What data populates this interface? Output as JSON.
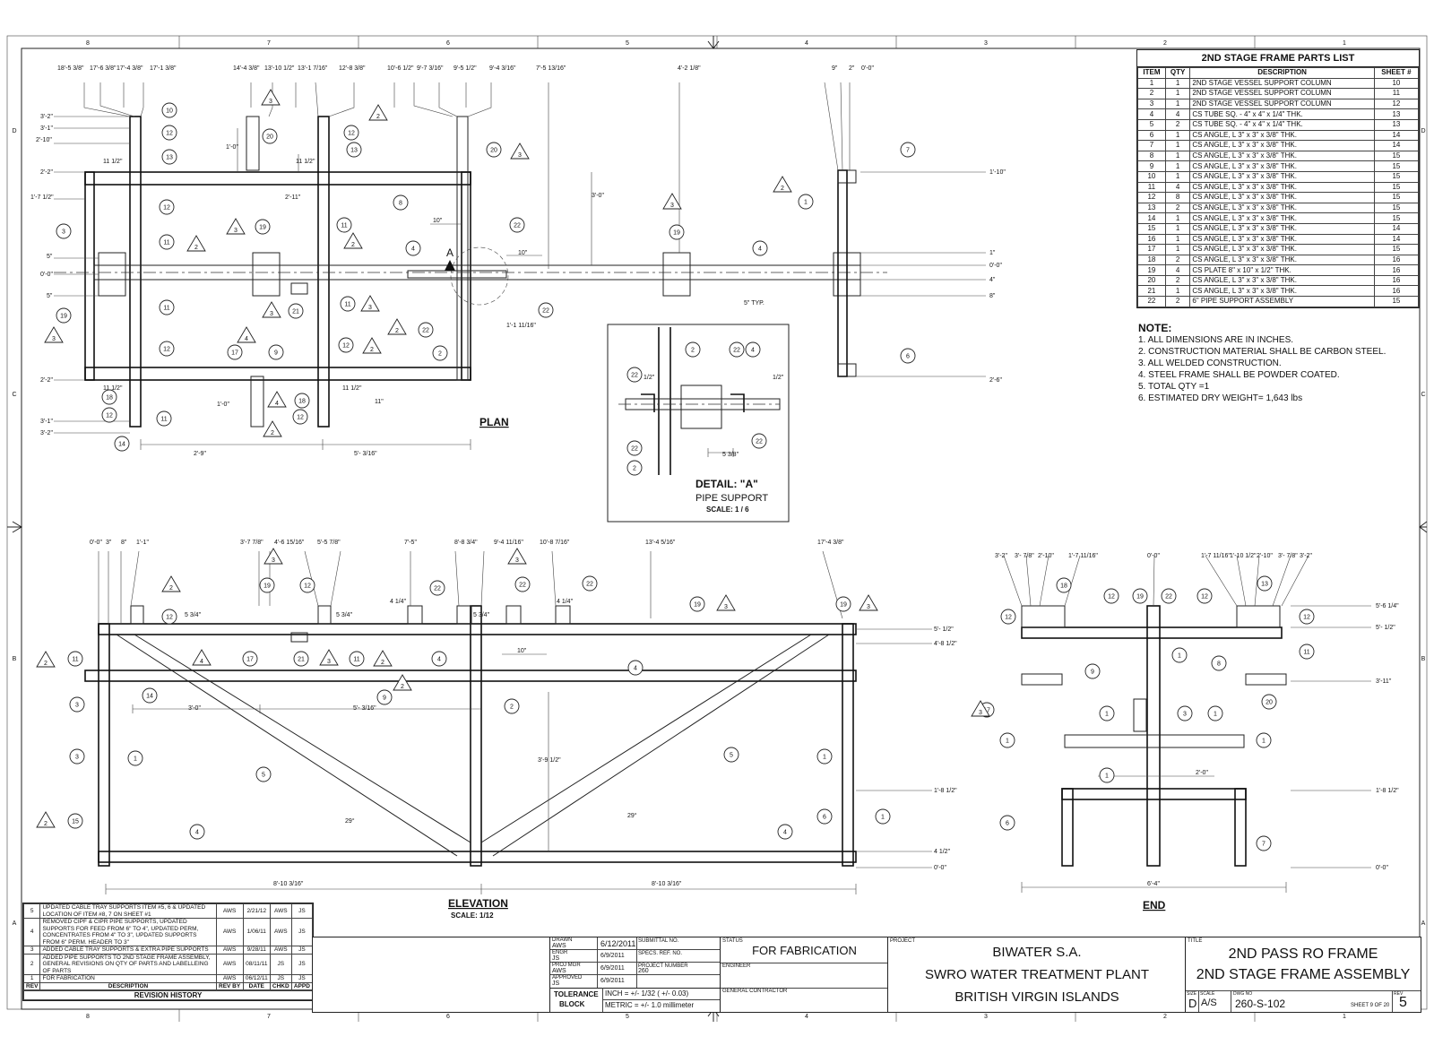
{
  "parts_list": {
    "title": "2ND STAGE FRAME PARTS LIST",
    "headers": [
      "ITEM",
      "QTY",
      "DESCRIPTION",
      "SHEET #"
    ],
    "rows": [
      [
        "1",
        "1",
        "2ND STAGE VESSEL SUPPORT COLUMN",
        "10"
      ],
      [
        "2",
        "1",
        "2ND STAGE VESSEL SUPPORT COLUMN",
        "11"
      ],
      [
        "3",
        "1",
        "2ND STAGE VESSEL SUPPORT COLUMN",
        "12"
      ],
      [
        "4",
        "4",
        "CS TUBE SQ. - 4\" x 4\" x 1/4\" THK.",
        "13"
      ],
      [
        "5",
        "2",
        "CS TUBE SQ. - 4\" x 4\" x 1/4\" THK.",
        "13"
      ],
      [
        "6",
        "1",
        "CS ANGLE, L 3\" x 3\" x 3/8\" THK.",
        "14"
      ],
      [
        "7",
        "1",
        "CS ANGLE, L 3\" x 3\" x 3/8\" THK.",
        "14"
      ],
      [
        "8",
        "1",
        "CS ANGLE, L 3\" x 3\" x 3/8\" THK.",
        "15"
      ],
      [
        "9",
        "1",
        "CS ANGLE, L 3\" x 3\" x 3/8\" THK.",
        "15"
      ],
      [
        "10",
        "1",
        "CS ANGLE, L 3\" x 3\" x 3/8\" THK.",
        "15"
      ],
      [
        "11",
        "4",
        "CS ANGLE, L 3\" x 3\" x 3/8\" THK.",
        "15"
      ],
      [
        "12",
        "8",
        "CS ANGLE, L 3\" x 3\" x 3/8\" THK.",
        "15"
      ],
      [
        "13",
        "2",
        "CS ANGLE, L 3\" x 3\" x 3/8\" THK.",
        "15"
      ],
      [
        "14",
        "1",
        "CS ANGLE, L 3\" x 3\" x 3/8\" THK.",
        "15"
      ],
      [
        "15",
        "1",
        "CS ANGLE, L 3\" x 3\" x 3/8\" THK.",
        "14"
      ],
      [
        "16",
        "1",
        "CS ANGLE, L 3\" x 3\" x 3/8\" THK.",
        "14"
      ],
      [
        "17",
        "1",
        "CS ANGLE, L 3\" x 3\" x 3/8\" THK.",
        "15"
      ],
      [
        "18",
        "2",
        "CS ANGLE, L 3\" x 3\" x 3/8\" THK.",
        "16"
      ],
      [
        "19",
        "4",
        "CS PLATE 8\" x 10\" x 1/2\" THK.",
        "16"
      ],
      [
        "20",
        "2",
        "CS ANGLE, L 3\" x 3\" x 3/8\" THK.",
        "16"
      ],
      [
        "21",
        "1",
        "CS ANGLE, L 3\" x 3\" x 3/8\" THK.",
        "16"
      ],
      [
        "22",
        "2",
        "6\" PIPE SUPPORT ASSEMBLY",
        "15"
      ]
    ]
  },
  "notes": {
    "title": "NOTE:",
    "items": [
      "1. ALL DIMENSIONS ARE IN INCHES.",
      "2. CONSTRUCTION MATERIAL SHALL BE CARBON STEEL.",
      "3. ALL WELDED CONSTRUCTION.",
      "4. STEEL FRAME SHALL BE POWDER COATED.",
      "5. TOTAL QTY =1",
      "6. ESTIMATED DRY WEIGHT= 1,643 lbs"
    ]
  },
  "views": {
    "plan": "PLAN",
    "elevation": "ELEVATION",
    "elevation_scale": "SCALE: 1/12",
    "end": "END",
    "detail_title": "DETAIL:  \"A\"",
    "detail_sub": "PIPE SUPPORT",
    "detail_scale": "SCALE: 1 / 6",
    "section_marker": "A"
  },
  "border": {
    "top_zones": [
      "8",
      "7",
      "6",
      "5",
      "4",
      "3",
      "2",
      "1"
    ],
    "side_zones": [
      "D",
      "C",
      "B",
      "A"
    ]
  },
  "revision_history": {
    "caption": "REVISION HISTORY",
    "headers": [
      "REV",
      "DESCRIPTION",
      "REV BY",
      "DATE",
      "CHKD",
      "APPD"
    ],
    "rows": [
      [
        "5",
        "UPDATED CABLE TRAY SUPPORTS ITEM #5, 6 & UPDATED LOCATION OF ITEM #8, 7 ON SHEET #1",
        "AWS",
        "2/21/12",
        "AWS",
        "JS"
      ],
      [
        "4",
        "REMOVED CIPF & CIPR PIPE SUPPORTS, UPDATED SUPPORTS FOR FEED FROM 6\" TO 4\", UPDATED PERM, CONCENTRATES FROM 4\" TO 3\", UPDATED SUPPORTS FROM 6\" PERM. HEADER TO 3\"",
        "AWS",
        "1/06/11",
        "AWS",
        "JS"
      ],
      [
        "3",
        "ADDED CABLE TRAY SUPPORTS & EXTRA PIPE SUPPORTS",
        "AWS",
        "9/28/11",
        "AWS",
        "JS"
      ],
      [
        "2",
        "ADDED PIPE SUPPORTS TO 2ND STAGE FRAME ASSEMBLY, GENERAL REVISIONS ON QTY OF PARTS AND LABELLEING OF PARTS",
        "AWS",
        "08/11/11",
        "JS",
        "JS"
      ],
      [
        "1",
        "FOR FABRICATION",
        "AWS",
        "06/12/11",
        "JS",
        "JS"
      ]
    ]
  },
  "title_block": {
    "drawn_label": "DRAWN",
    "drawn_by": "AWS",
    "drawn_date": "6/12/2011",
    "engr_label": "ENGR",
    "engr_by": "JS",
    "engr_date": "6/9/2011",
    "projmgr_label": "PROJ MGR",
    "projmgr_by": "AWS",
    "projmgr_date": "6/9/2011",
    "approved_label": "APPROVED",
    "approved_by": "JS",
    "approved_date": "6/9/2011",
    "submittal_label": "SUBMITTAL NO.",
    "specs_label": "SPECS. REF. NO.",
    "project_number_label": "PROJECT NUMBER",
    "project_number": "260",
    "tolerance_label": "TOLERANCE",
    "block_label": "BLOCK",
    "tol_inch": "INCH = +/- 1/32 ( +/- 0.03)",
    "tol_metric": "METRIC = +/- 1.0 millimeter",
    "status_label": "STATUS",
    "status": "FOR FABRICATION",
    "engineer_label": "ENGINEER",
    "gc_label": "GENERAL CONTRACTOR",
    "project_label": "PROJECT",
    "project_line1": "BIWATER S.A.",
    "project_line2": "SWRO WATER TREATMENT PLANT",
    "project_line3": "BRITISH VIRGIN ISLANDS",
    "title_label": "TITLE",
    "title_line1": "2ND PASS RO FRAME",
    "title_line2": "2ND STAGE FRAME ASSEMBLY",
    "size_label": "SIZE",
    "size": "D",
    "scale_label": "SCALE",
    "scale": "A/S",
    "dwg_label": "DWG NO",
    "dwg_no": "260-S-102",
    "sheet": "SHEET 9  OF 20",
    "rev_label": "REV",
    "rev": "5"
  },
  "plan_dims": {
    "top": [
      "18'-5 3/8\"",
      "17'-6 3/8\"",
      "17'-4 3/8\"",
      "17'-1 3/8\"",
      "14'-4 3/8\"",
      "13'-10 1/2\"",
      "13'-1 7/16\"",
      "12'-8 3/8\"",
      "10'-6 1/2\"",
      "9'-7 3/16\"",
      "9'-5 1/2\"",
      "9'-4 3/16\"",
      "7'-5 13/16\"",
      "4'-2 1/8\"",
      "9\"",
      "2\"",
      "0'-0\""
    ],
    "left": [
      "3'-2\"",
      "3'-1\"",
      "2'-10\"",
      "2'-2\"",
      "1'-7 1/2\"",
      "5\"",
      "0'-0\"",
      "5\"",
      "2'-2\"",
      "3'-1\"",
      "3'-2\""
    ],
    "right": [
      "1'-10\"",
      "1\"",
      "0'-0\"",
      "4\"",
      "8\"",
      "2'-6\""
    ],
    "inner": [
      "11 1/2\"",
      "1'-0\"",
      "11 1/2\"",
      "2'-11\"",
      "3'-0\"",
      "10\"",
      "10\"",
      "5\" TYP.",
      "1'-1 11/16\"",
      "11 1/2\"",
      "1'-0\"",
      "11 1/2\"",
      "11\""
    ],
    "bottom": [
      "2'-9\"",
      "5'- 3/16\""
    ]
  },
  "elev_dims": {
    "top": [
      "0'-0\"",
      "3\"",
      "8\"",
      "1'-1\"",
      "3'-7 7/8\"",
      "4'-6 15/16\"",
      "5'-5 7/8\"",
      "7'-5\"",
      "8'-8 3/4\"",
      "9'-4 11/16\"",
      "10'-8 7/16\"",
      "13'-4 5/16\"",
      "17'-4 3/8\""
    ],
    "right": [
      "5'- 1/2\"",
      "4'-8 1/2\"",
      "1'-8 1/2\"",
      "4 1/2\"",
      "0'-0\""
    ],
    "inner": [
      "5 3/4\"",
      "5 3/4\"",
      "4 1/4\"",
      "5 3/4\"",
      "4 1/4\"",
      "10\"",
      "3'-0\"",
      "5'- 3/16\"",
      "3'-9 1/2\"",
      "29°",
      "29°"
    ],
    "bottom": [
      "8'-10 3/16\"",
      "8'-10 3/16\""
    ]
  },
  "end_dims": {
    "top": [
      "3'-2\"",
      "3'- 7/8\"",
      "2'-10\"",
      "1'-7 11/16\"",
      "0'-0\"",
      "1'-7 11/16\"",
      "1'-10 1/2\"",
      "2'-10\"",
      "3'- 7/8\"",
      "3'-2\""
    ],
    "right": [
      "5'-6 1/4\"",
      "5'- 1/2\"",
      "3'-11\"",
      "1'-8 1/2\"",
      "0'-0\""
    ],
    "inner": [
      "2'-0\""
    ],
    "bottom": [
      "6'-4\""
    ]
  },
  "detail_dims": [
    "1/2\"",
    "1/2\"",
    "5 3/8\""
  ]
}
